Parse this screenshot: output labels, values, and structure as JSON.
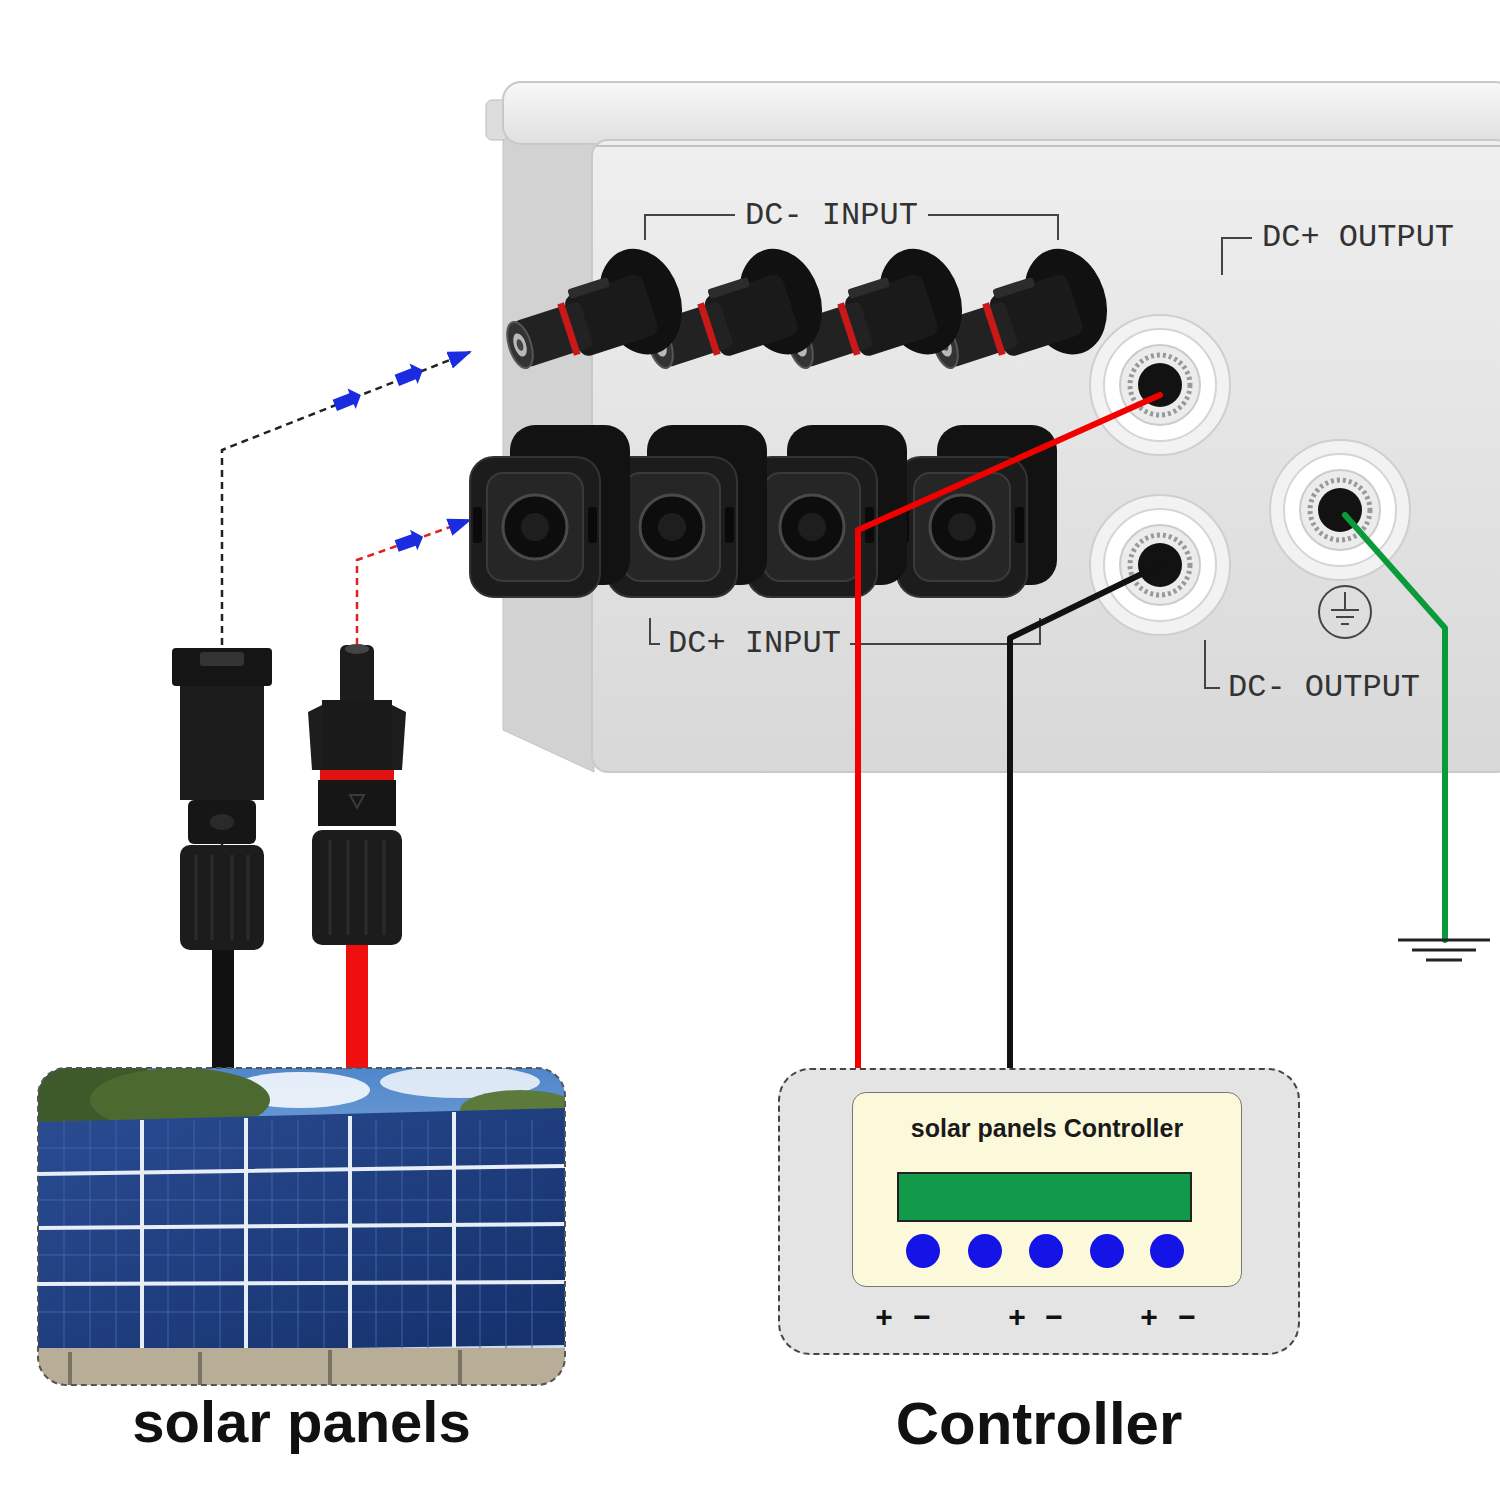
{
  "diagram": {
    "nodes": [
      {
        "text": [
          "DC- INPUT",
          "DC+ INPUT",
          "DC+ OUTPUT",
          "DC- OUTPUT"
        ]
      },
      {
        "text": [
          "solar panels"
        ]
      },
      {
        "text": [
          "Controller"
        ]
      },
      {
        "text": [
          "solar panels Controller"
        ],
        "in": 2
      }
    ],
    "edges": [
      {
        "from": 1,
        "to": 0,
        "arrow": "to"
      },
      {
        "from": 1,
        "to": 0,
        "arrow": "to"
      },
      {
        "from": 0,
        "to": 2,
        "arrow": "none"
      },
      {
        "from": 0,
        "to": 2,
        "arrow": "none"
      }
    ],
    "labels": [
      "+",
      "−",
      "+",
      "−",
      "+",
      "−"
    ]
  }
}
